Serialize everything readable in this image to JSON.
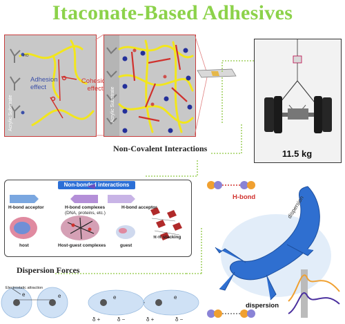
{
  "title": "Itaconate-Based Adhesives",
  "panel_left": {
    "adhesion_label": "Adhesion effect",
    "cohesion_label": "Cohesion effect",
    "substrate_label": "Acrylic Substrate",
    "ho_label": "HO"
  },
  "panel_middle": {
    "substrate_label": "Acrylic Substrate"
  },
  "photo": {
    "weight_label": "11.5 kg"
  },
  "non_covalent_label": "Non-Covalent Interactions",
  "nonbonded": {
    "header": "Non-bonded interactions",
    "hbond_acceptor_left": "H-bond acceptor",
    "hbond_complexes": "H-bond complexes",
    "hbond_complexes_sub": "(DNA, proteins, etc.)",
    "hbond_acceptor_right": "H-bond acceptor",
    "host": "host",
    "host_guest": "Host-guest complexes",
    "guest": "guest",
    "pi_stacking": "π-π stacking"
  },
  "dispersion_forces": {
    "title": "Dispersion Forces",
    "electrostatic": "Electrostatic attraction",
    "e_label": "e",
    "delta_plus": "δ +",
    "delta_minus": "δ −"
  },
  "gecko": {
    "hbond_label": "H-bond",
    "dispersion_label": "dispersion",
    "dispersion_bottom": "dispersion"
  },
  "colors": {
    "title_green": "#8cd24a",
    "cohesion_red": "#d0312d",
    "adhesion_blue": "#3a4fa8",
    "polymer_yellow": "#f2e61c",
    "header_blue": "#2b6fd6",
    "gecko_blue": "#2f6fd0",
    "dotted_green": "#8cc63f"
  }
}
